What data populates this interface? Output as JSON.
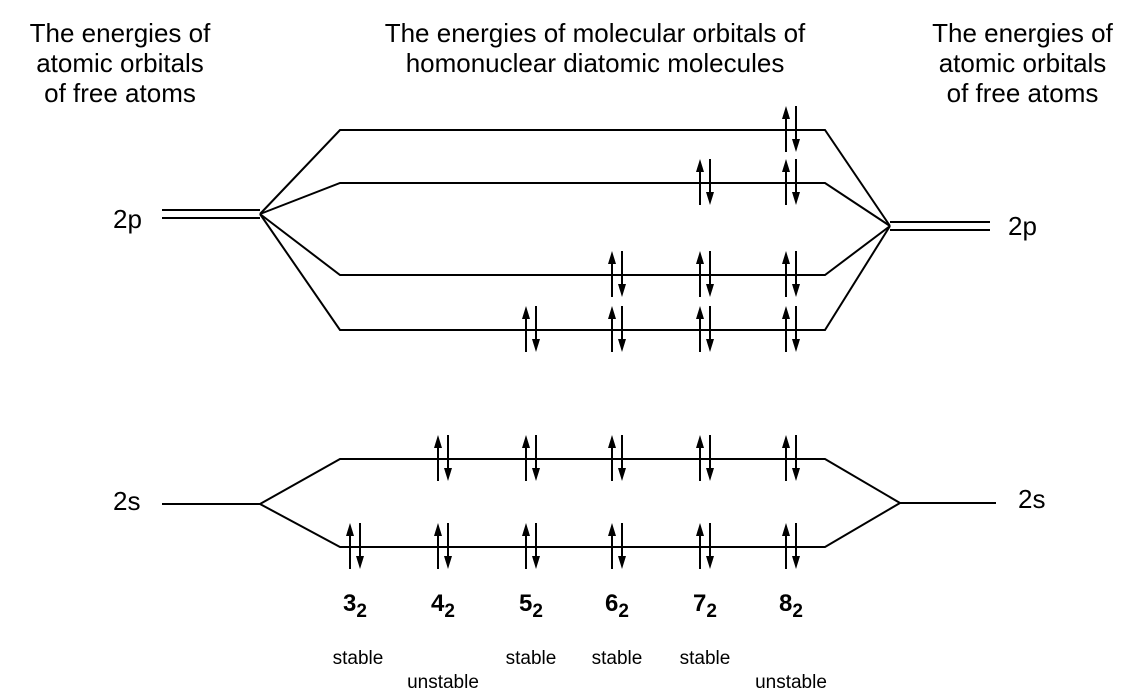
{
  "headings": {
    "left": [
      "The energies of",
      "atomic orbitals",
      "of free atoms"
    ],
    "center": [
      "The energies of molecular orbitals of",
      "homonuclear diatomic molecules"
    ],
    "right": [
      "The energies of",
      "atomic orbitals",
      "of free atoms"
    ]
  },
  "atomic_levels": {
    "p_label_left": "2p",
    "p_label_right": "2p",
    "s_label_left": "2s",
    "s_label_right": "2s"
  },
  "molecules": [
    {
      "number": "3",
      "subscript": "2",
      "stability": "stable",
      "filled_levels": [
        1
      ]
    },
    {
      "number": "4",
      "subscript": "2",
      "stability": "unstable",
      "filled_levels": [
        1,
        2
      ]
    },
    {
      "number": "5",
      "subscript": "2",
      "stability": "stable",
      "filled_levels": [
        1,
        2,
        3
      ]
    },
    {
      "number": "6",
      "subscript": "2",
      "stability": "stable",
      "filled_levels": [
        1,
        2,
        3,
        4
      ]
    },
    {
      "number": "7",
      "subscript": "2",
      "stability": "stable",
      "filled_levels": [
        1,
        2,
        3,
        4,
        5
      ]
    },
    {
      "number": "8",
      "subscript": "2",
      "stability": "unstable",
      "filled_levels": [
        1,
        2,
        3,
        4,
        5,
        6
      ]
    }
  ],
  "molecular_levels": [
    {
      "id": 1,
      "from": "2s"
    },
    {
      "id": 2,
      "from": "2s"
    },
    {
      "id": 3,
      "from": "2p"
    },
    {
      "id": 4,
      "from": "2p"
    },
    {
      "id": 5,
      "from": "2p"
    },
    {
      "id": 6,
      "from": "2p"
    }
  ],
  "colors": {
    "line": "#000000",
    "background": "#ffffff"
  }
}
